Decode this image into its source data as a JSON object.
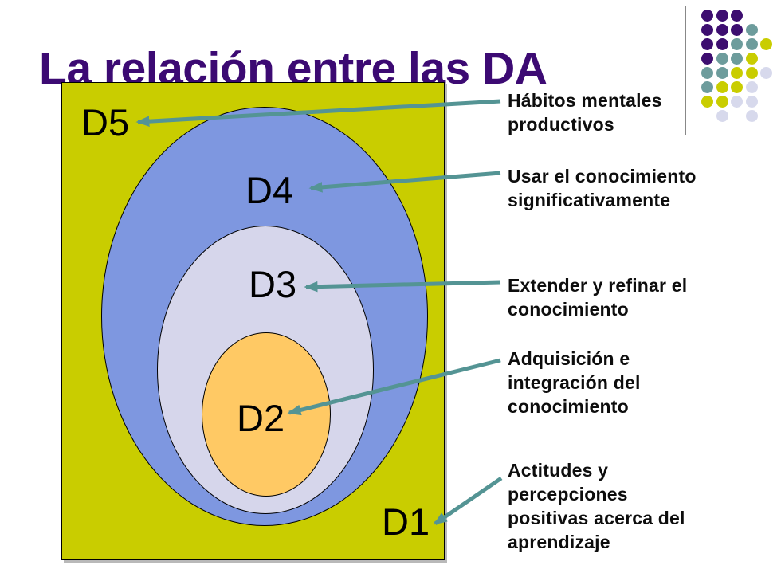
{
  "slide_title": "La relación entre las DA",
  "colors": {
    "title": "#3C0A73",
    "frame_fill": "#C9CD00",
    "ring_d4_fill": "#7E97E0",
    "ring_d3_fill": "#D6D6EB",
    "ring_d2_fill": "#FFC964",
    "arrow": "#549494",
    "text": "#0d0d0d"
  },
  "diagram": {
    "ring_labels": {
      "d1": "D1",
      "d2": "D2",
      "d3": "D3",
      "d4": "D4",
      "d5": "D5"
    }
  },
  "annotations": [
    {
      "target": "D5",
      "text": "Hábitos mentales\nproductivos"
    },
    {
      "target": "D4",
      "text": "Usar el conocimiento\nsignificativamente"
    },
    {
      "target": "D3",
      "text": "Extender y refinar el\nconocimiento"
    },
    {
      "target": "D2",
      "text": "Adquisición e\nintegración del\nconocimiento"
    },
    {
      "target": "D1",
      "text": "Actitudes y\npercepciones\npositivas acerca del\naprendizaje"
    }
  ],
  "decoration": {
    "dot_grid": [
      "PPP..",
      "PPPT.",
      "PPTTY",
      "PTTY.",
      "TTYYL",
      "TYYL.",
      "YYLL.",
      ".L.L."
    ],
    "dot_colors": {
      "P": "#3D0E70",
      "T": "#6D9C9C",
      "Y": "#C9CD00",
      "L": "#D7D9EC"
    }
  }
}
